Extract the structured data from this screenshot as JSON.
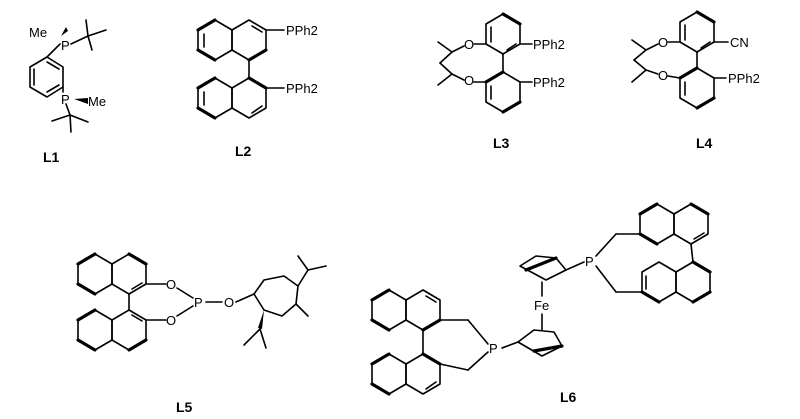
{
  "ligands": [
    {
      "label": "L1",
      "atoms": [
        "Me",
        "P",
        "P",
        "Me"
      ]
    },
    {
      "label": "L2",
      "atoms": [
        "PPh2",
        "PPh2"
      ]
    },
    {
      "label": "L3",
      "atoms": [
        "O",
        "O",
        "PPh2",
        "PPh2"
      ]
    },
    {
      "label": "L4",
      "atoms": [
        "O",
        "O",
        "CN",
        "PPh2"
      ]
    },
    {
      "label": "L5",
      "atoms": [
        "O",
        "O",
        "P",
        "O"
      ]
    },
    {
      "label": "L6",
      "atoms": [
        "Fe",
        "P",
        "P"
      ]
    }
  ]
}
